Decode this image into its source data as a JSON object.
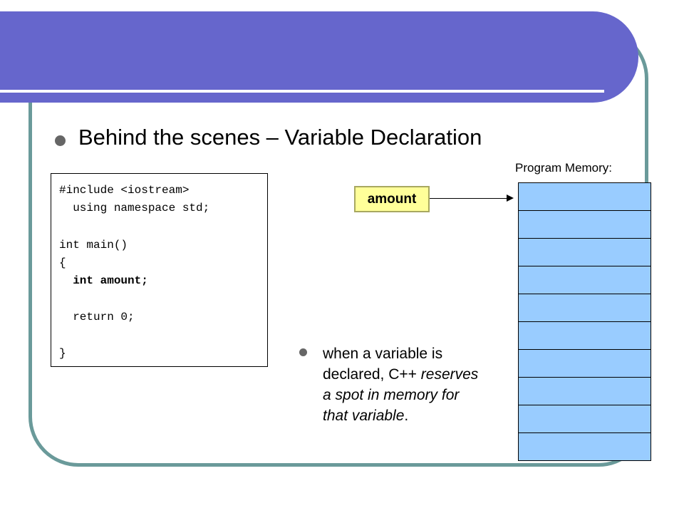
{
  "slide": {
    "title": "Behind the scenes – Variable Declaration",
    "code": [
      {
        "text": "#include <iostream>",
        "bold": false
      },
      {
        "text": "  using namespace std;",
        "bold": false
      },
      {
        "text": "int main()",
        "bold": false
      },
      {
        "text": "{",
        "bold": false
      },
      {
        "text": "  int amount;",
        "bold": true
      },
      {
        "text": "  return 0;",
        "bold": false
      },
      {
        "text": "}",
        "bold": false
      }
    ],
    "variable_label": "amount",
    "memory_label": "Program Memory:",
    "memory_cell_count": 10,
    "note": {
      "part1": "when a variable is declared, C++ ",
      "part2_italic": "reserves a spot in memory for that variable",
      "part3": "."
    }
  },
  "colors": {
    "header_bar": "#6666cc",
    "frame": "#6a9a9a",
    "memory_cell": "#99ccff",
    "variable_box": "#ffff99",
    "bullet": "#666666"
  }
}
